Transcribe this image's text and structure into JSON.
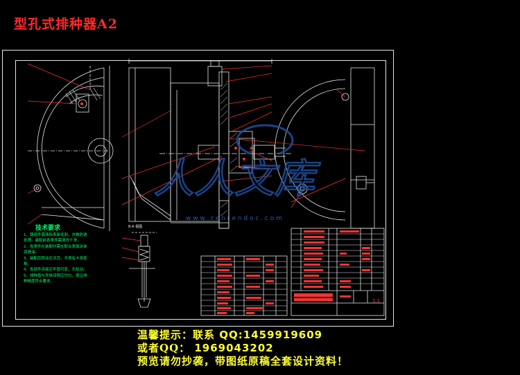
{
  "title": "型孔式排种器A2",
  "tech_notes": {
    "heading": "技术要求",
    "lines": [
      "1、铸造件需清除表面毛刺，并做防锈",
      "   处理。装配前各零件需清洗干净，",
      "2、各零件在装配时需在配合表面涂抹",
      "   润滑油。",
      "3、装配后转动应灵活，不得有卡滞现",
      "   象。",
      "4、各部件连接应牢固可靠，无松动。",
      "5、排种盘与壳体间隙应均匀，保证排",
      "   种精度符合要求。"
    ]
  },
  "detail_view_label": "B-A 视图",
  "footer": {
    "line1_prefix": "温馨提示：联系",
    "line1_qq": "QQ:1459919609",
    "line2_prefix": "或者QQ：",
    "line2_qq": "1969043202",
    "line3": "预览请勿抄袭，带图纸原稿全套设计资料！"
  },
  "watermark": {
    "text": "人人文库",
    "sub": "w w w . r e n r e n d o c . c o m"
  },
  "scale": "1:1",
  "colors": {
    "title": "#ff2a2a",
    "lines": "#e8e8e8",
    "leader": "#ff3333",
    "table_text": "#ff3333",
    "notes": "#00ff66",
    "footer": "#ffff33",
    "watermark": "#1f4fa0"
  }
}
